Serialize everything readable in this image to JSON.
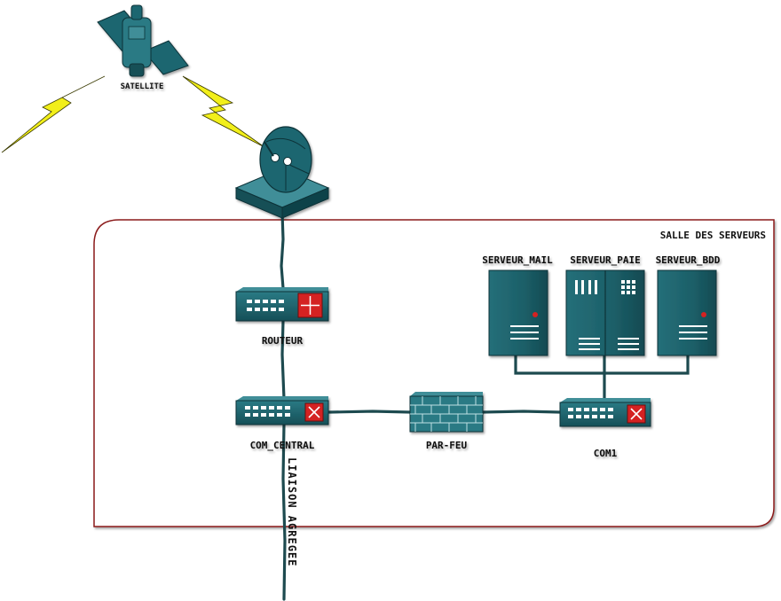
{
  "room": {
    "label": "SALLE DES SERVEURS",
    "border_color": "#8b1a1a"
  },
  "devices": {
    "satellite": "SATELLITE",
    "router": "ROUTEUR",
    "central_switch": "COM_CENTRAL",
    "firewall": "PAR-FEU",
    "switch1": "COM1",
    "server_mail": "SERVEUR_MAIL",
    "server_paie": "SERVEUR_PAIE",
    "server_bdd": "SERVEUR_BDD"
  },
  "links": {
    "aggregated": "LIAISON AGREGEE"
  },
  "colors": {
    "device_face": "#1e6670",
    "device_top": "#3f8e98",
    "device_side": "#0f4249",
    "cable": "#1d4a4f",
    "lightning": "#f2ef1a",
    "router_accent": "#d42020"
  },
  "icons": {
    "satellite": "satellite-icon",
    "dish": "satellite-dish-icon",
    "router": "router-icon",
    "switch": "switch-icon",
    "firewall": "firewall-icon",
    "server": "server-icon",
    "lightning": "lightning-icon"
  }
}
